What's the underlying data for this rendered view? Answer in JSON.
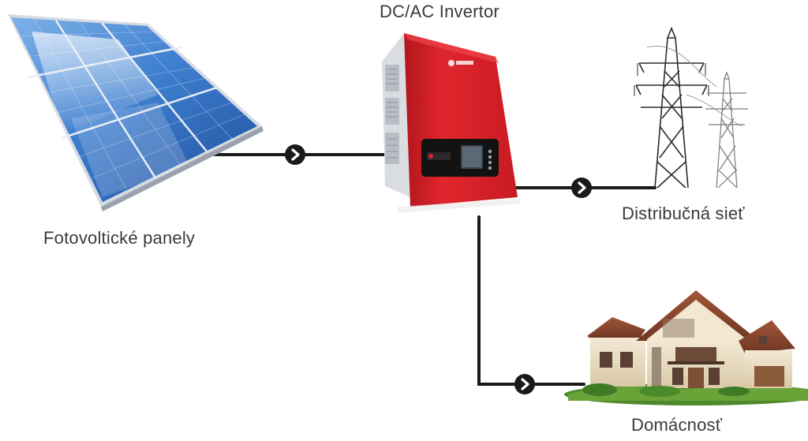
{
  "labels": {
    "inverter": "DC/AC Invertor",
    "panels": "Fotovoltické panely",
    "grid": "Distribučná sieť",
    "household": "Domácnosť"
  },
  "colors": {
    "inverter_body": "#d8232a",
    "line": "#1a1a1a",
    "panel_blue": "#2f6fc1"
  },
  "icons": {
    "flow_arrow": "chevron-right-circle-icon",
    "panels": "solar-panel-icon",
    "inverter": "inverter-icon",
    "grid": "power-pylon-icon",
    "household": "house-icon"
  }
}
